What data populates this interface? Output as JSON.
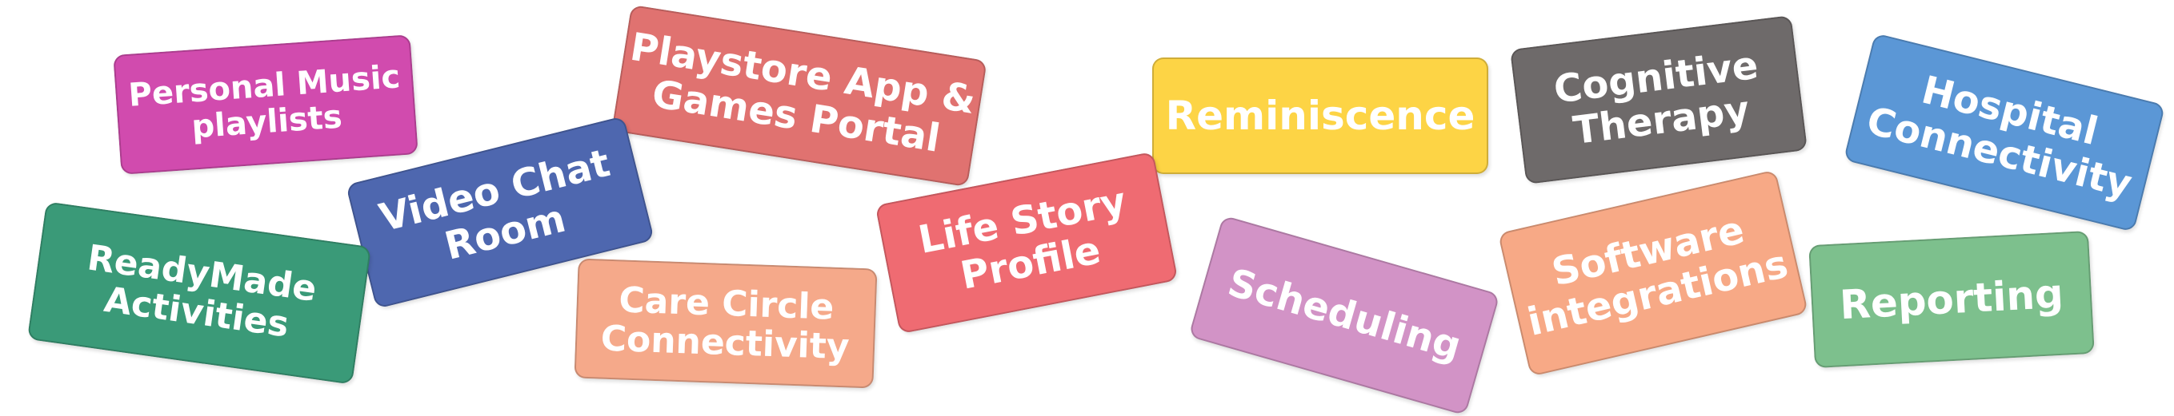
{
  "tags": {
    "personal_music": {
      "lines": [
        "Personal Music",
        "playlists"
      ],
      "color": "#D14BAE"
    },
    "playstore": {
      "lines": [
        "Playstore App &",
        "Games Portal"
      ],
      "color": "#E07270"
    },
    "reminiscence": {
      "lines": [
        "Reminiscence"
      ],
      "color": "#FDD445"
    },
    "cognitive": {
      "lines": [
        "Cognitive",
        "Therapy"
      ],
      "color": "#6E6A6A"
    },
    "hospital": {
      "lines": [
        "Hospital",
        "Connectivity"
      ],
      "color": "#5B97D6"
    },
    "video_chat": {
      "lines": [
        "Video Chat",
        "Room"
      ],
      "color": "#4E67AF"
    },
    "life_story": {
      "lines": [
        "Life Story",
        "Profile"
      ],
      "color": "#EF6B72"
    },
    "readymade": {
      "lines": [
        "ReadyMade",
        "Activities"
      ],
      "color": "#3A9A78"
    },
    "care_circle": {
      "lines": [
        "Care Circle",
        "Connectivity"
      ],
      "color": "#F5A98A"
    },
    "scheduling": {
      "lines": [
        "Scheduling"
      ],
      "color": "#D293C6"
    },
    "software": {
      "lines": [
        "Software",
        "integrations"
      ],
      "color": "#F7A986"
    },
    "reporting": {
      "lines": [
        "Reporting"
      ],
      "color": "#7DC08D"
    }
  }
}
